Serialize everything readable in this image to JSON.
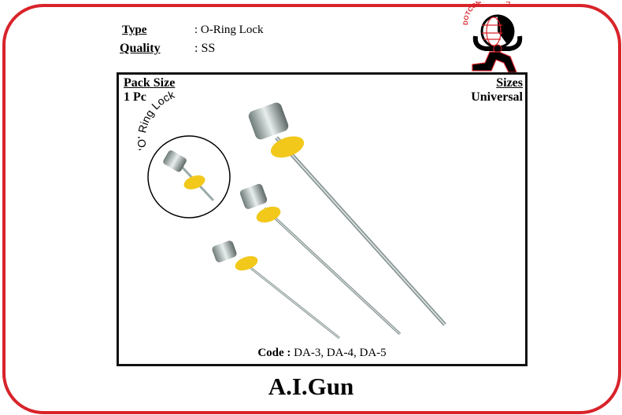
{
  "specs": {
    "type_label": "Type",
    "type_value": ": O-Ring Lock",
    "quality_label": "Quality",
    "quality_value": ": SS"
  },
  "logo": {
    "text": "DOTCOM PHARMA"
  },
  "box": {
    "pack_size_label": "Pack Size",
    "pack_size_value": "1 Pc",
    "sizes_label": "Sizes",
    "sizes_value": "Universal",
    "inset_caption": "'O' Ring Lock",
    "code_label": "Code :",
    "code_value": "DA-3, DA-4, DA-5"
  },
  "title": "A.I.Gun",
  "colors": {
    "frame": "#d8232a",
    "ring": "#f2c81a"
  }
}
